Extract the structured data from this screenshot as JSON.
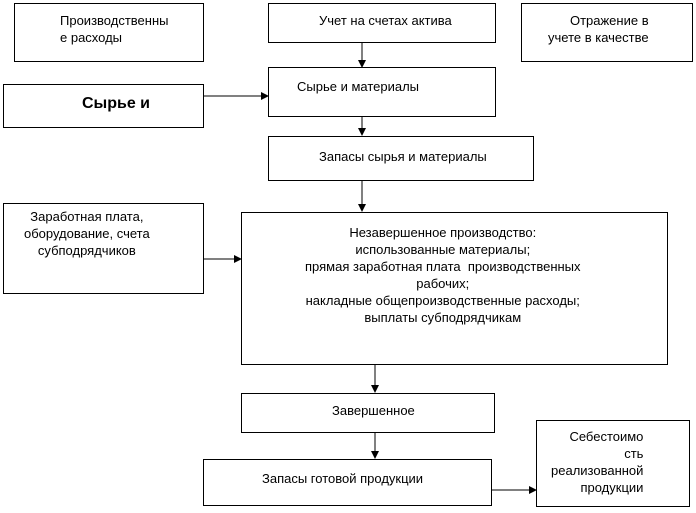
{
  "boxes": {
    "production_costs": "Производственны\nе расходы",
    "asset_accounting": "Учет на счетах актива",
    "reflection": "Отражение в\nучете в качестве",
    "raw_input": "Сырье и",
    "raw_materials": "Сырье и материалы",
    "raw_stock": "Запасы сырья и материалы",
    "wages": "Заработная плата,\nоборудование, счета\nсубподрядчиков",
    "wip": "Незавершенное производство:\nиспользованные материалы;\nпрямая заработная плата  производственных\nрабочих;\nнакладные общепроизводственные расходы;\nвыплаты субподрядчикам",
    "finished": "Завершенное",
    "finished_stock": "Запасы готовой продукции",
    "cogs": "Себестоимо\nсть\nреализованной\nпродукции"
  }
}
